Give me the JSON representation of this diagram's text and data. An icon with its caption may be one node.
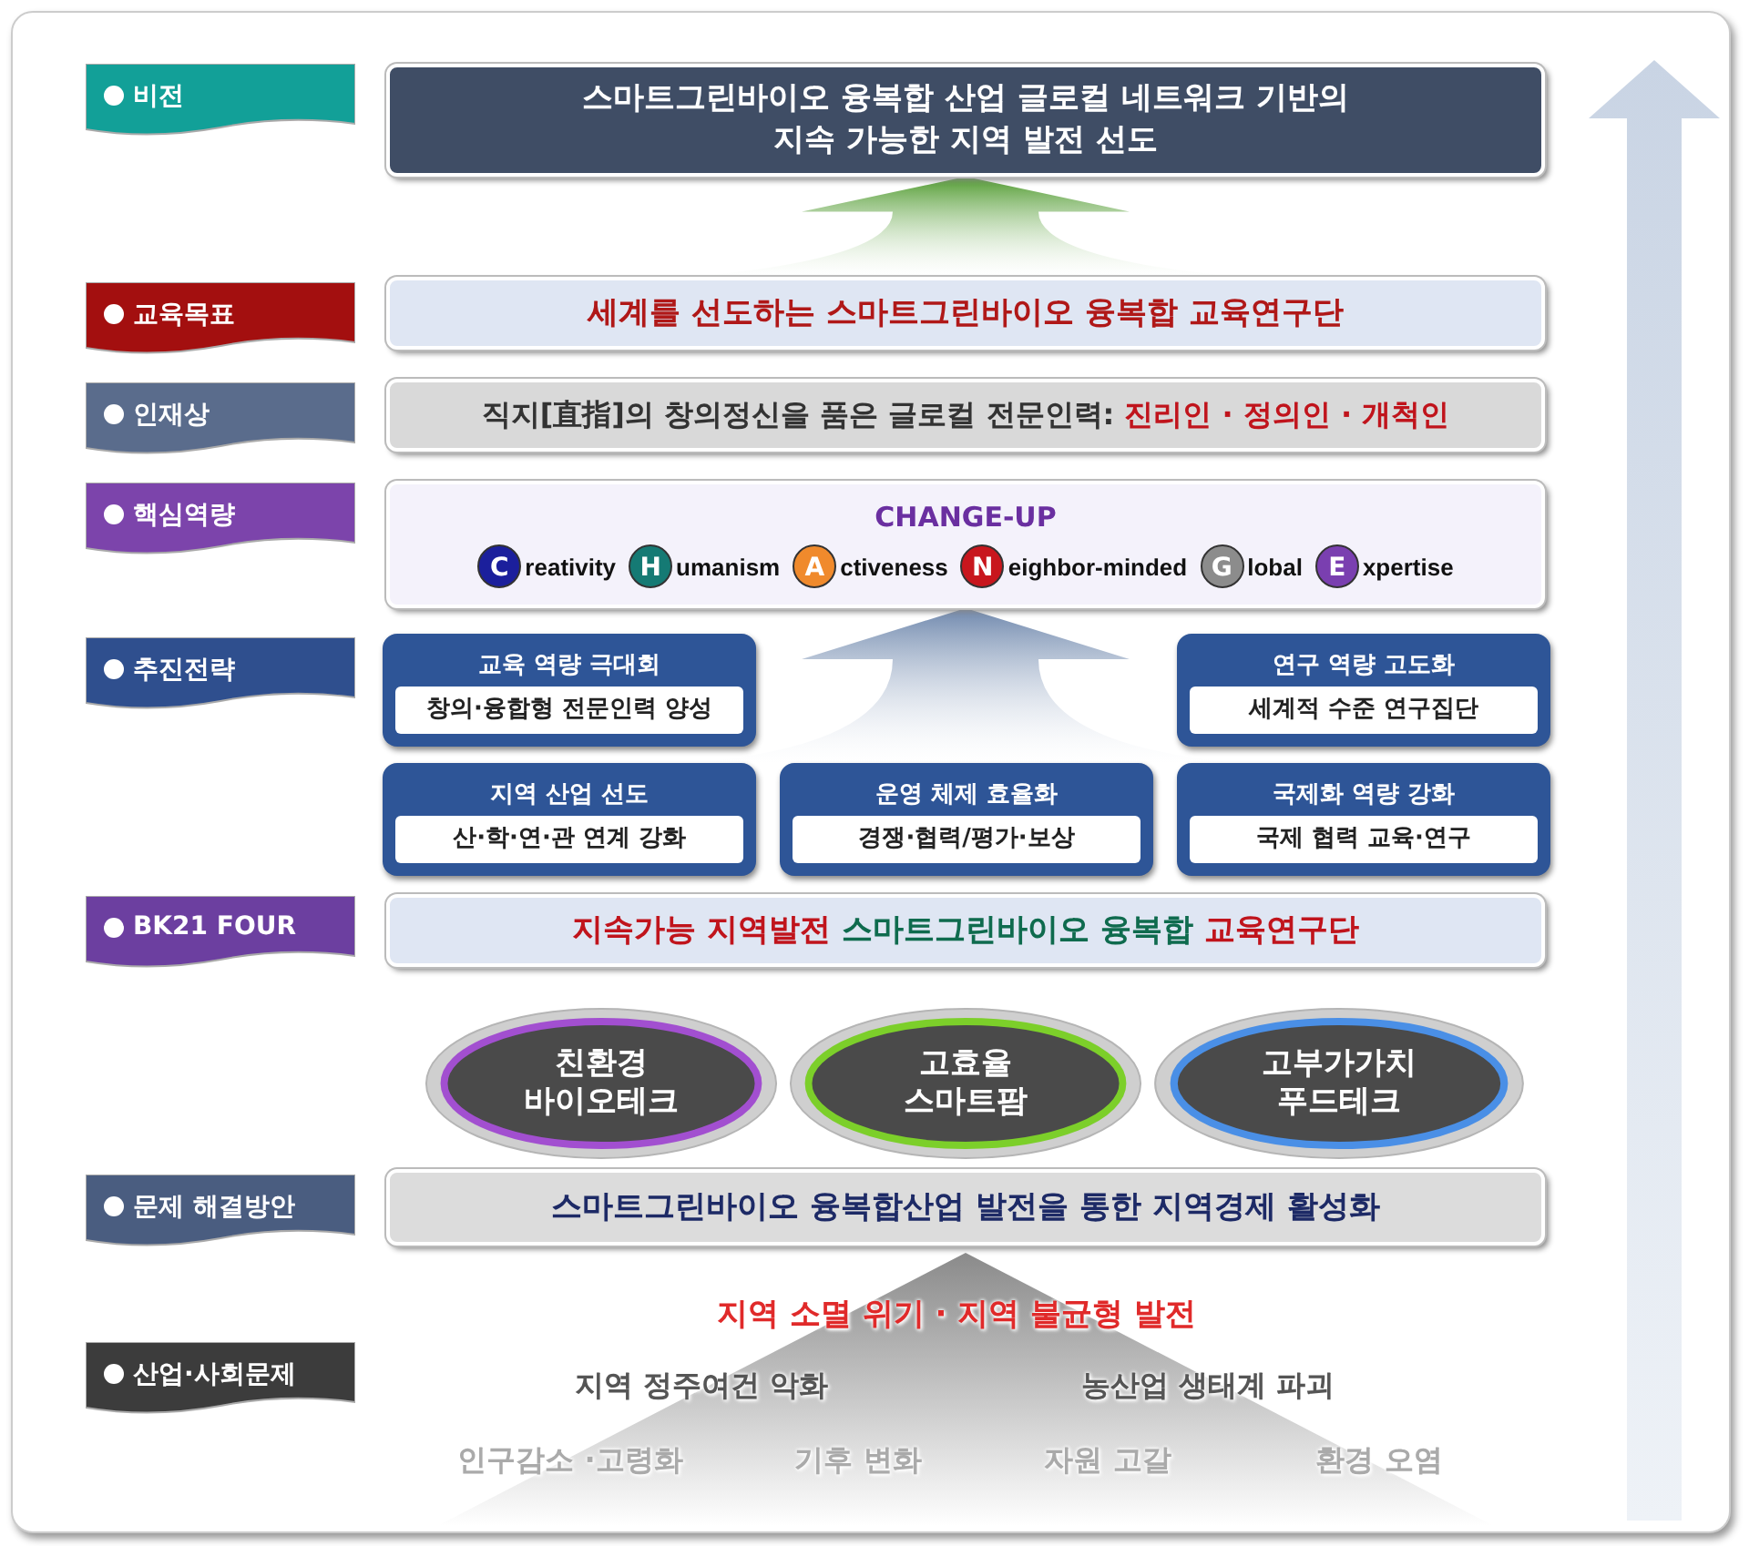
{
  "diagram": {
    "nodes": [
      {
        "text": [
          "비전"
        ]
      },
      {
        "text": [
          "스마트그린바이오 융복합 산업 글로컬 네트워크 기반의 지속 가능한 지역 발전 선도"
        ]
      },
      {
        "text": [
          "교육목표"
        ]
      },
      {
        "text": [
          "세계를 선도하는 스마트그린바이오 융복합 교육연구단"
        ]
      },
      {
        "text": [
          "인재상"
        ]
      },
      {
        "text": [
          "직지[直指]의 창의정신을 품은 글로컬 전문인력: **진리인 · 정의인 · 개척인**"
        ]
      },
      {
        "text": [
          "핵심역량"
        ]
      },
      {
        "text": [
          "CHANGE-UP"
        ]
      },
      {
        "text": [
          "C"
        ],
        "in": 7,
        "beside": [
          "reativity"
        ]
      },
      {
        "text": [
          "H"
        ],
        "in": 7,
        "beside": [
          "umanism"
        ]
      },
      {
        "text": [
          "A"
        ],
        "in": 7,
        "beside": [
          "ctiveness"
        ]
      },
      {
        "text": [
          "N"
        ],
        "in": 7,
        "beside": [
          "eighbor-minded"
        ]
      },
      {
        "text": [
          "G"
        ],
        "in": 7,
        "beside": [
          "lobal"
        ]
      },
      {
        "text": [
          "E"
        ],
        "in": 7,
        "beside": [
          "xpertise"
        ]
      },
      {
        "text": [
          "추진전략"
        ]
      },
      {
        "text": [
          "교육 역량 극대회",
          "창의·융합형 전문인력 양성"
        ]
      },
      {
        "text": [
          "연구 역량 고도화",
          "세계적 수준 연구집단"
        ]
      },
      {
        "text": [
          "지역 산업 선도",
          "산·학·연·관 연계 강화"
        ]
      },
      {
        "text": [
          "운영 체제 효율화",
          "경쟁·협력/평가·보상"
        ]
      },
      {
        "text": [
          "국제화 역량 강화",
          "국제 협력 교육·연구"
        ]
      },
      {
        "text": [
          "BK21 FOUR"
        ]
      },
      {
        "text": [
          "**지속가능 지역발전** 스마트그린바이오 융복합 **교육연구단**"
        ]
      },
      {
        "text": [
          "친환경 바이오테크"
        ]
      },
      {
        "text": [
          "고효율 스마트팜"
        ]
      },
      {
        "text": [
          "고부가가치 푸드테크"
        ]
      },
      {
        "text": [
          "문제 해결방안"
        ]
      },
      {
        "text": [
          "스마트그린바이오 융복합산업 발전을 통한 지역경제 활성화"
        ]
      },
      {
        "text": [
          "산업·사회문제"
        ]
      },
      {
        "text": [
          "지역 소멸 위기 · 지역 불균형 발전",
          "지역 정주여건 악화",
          "농산업 생태계 파괴",
          "인구감소 ·고령화",
          "기후 변화",
          "자원 고갈",
          "환경 오염"
        ]
      }
    ],
    "edges": [
      {
        "from": 3,
        "to": 1,
        "arrow": "to",
        "style": "thick",
        "color": "#4f9a2e"
      },
      {
        "from": 18,
        "to": 7,
        "arrow": "to",
        "style": "thick",
        "color": "#6f88ad"
      }
    ]
  }
}
